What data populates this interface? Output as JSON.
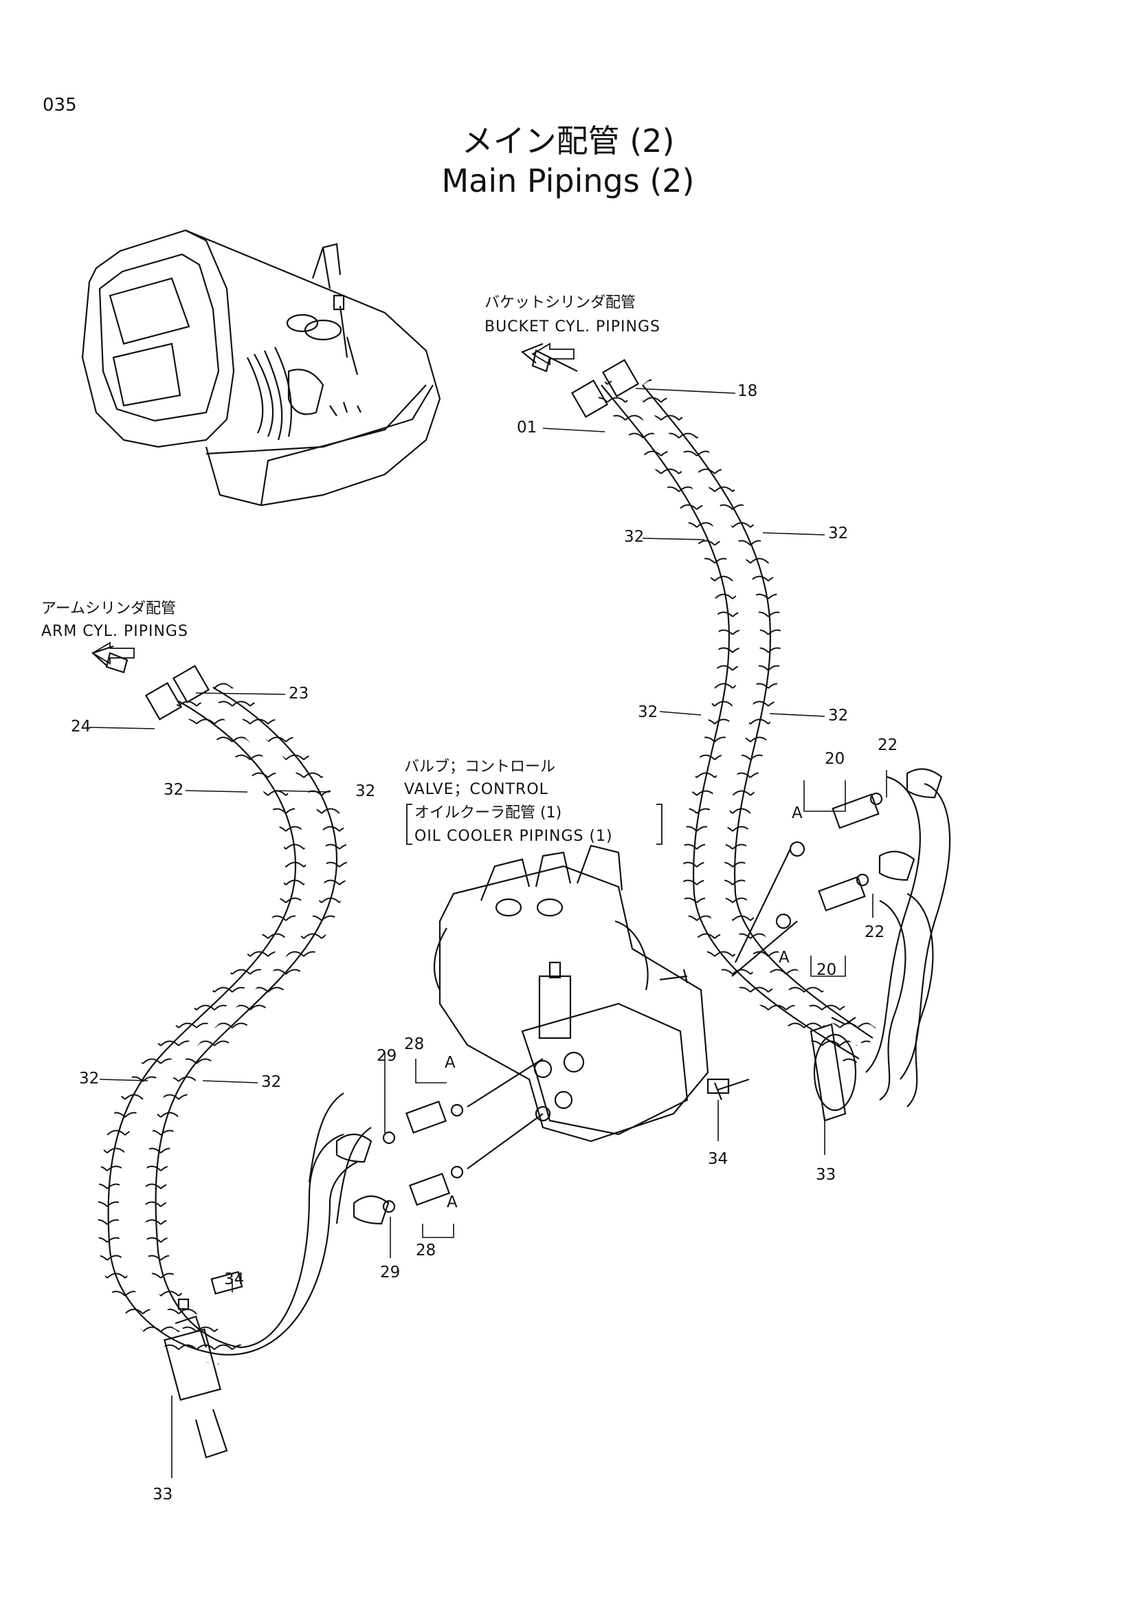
{
  "header": {
    "page_number": "035",
    "title_ja": "メイン配管 (2)",
    "title_en": "Main Pipings (2)"
  },
  "labels": {
    "bucket_ja": "バケットシリンダ配管",
    "bucket_en": "BUCKET CYL. PIPINGS",
    "arm_ja": "アームシリンダ配管",
    "arm_en": "ARM CYL. PIPINGS",
    "valve_ja": "バルブ；コントロール",
    "valve_en": "VALVE；CONTROL",
    "oil_ja": "オイルクーラ配管 (1)",
    "oil_en": "OIL  COOLER  PIPINGS (1)"
  },
  "callouts": {
    "c18": "18",
    "c01": "01",
    "c32_a": "32",
    "c32_b": "32",
    "c32_c": "32",
    "c32_d": "32",
    "c23": "23",
    "c24": "24",
    "c32_e": "32",
    "c32_f": "32",
    "c32_g": "32",
    "c32_h": "32",
    "c20_a": "20",
    "c22_a": "22",
    "c22_b": "22",
    "c20_b": "20",
    "cA_1": "A",
    "cA_2": "A",
    "cA_3": "A",
    "cA_4": "A",
    "c28_a": "28",
    "c29_a": "29",
    "c28_b": "28",
    "c29_b": "29",
    "c34_a": "34",
    "c33_a": "33",
    "c34_b": "34",
    "c33_b": "33"
  },
  "colors": {
    "ink": "#111111",
    "paper": "#ffffff"
  }
}
